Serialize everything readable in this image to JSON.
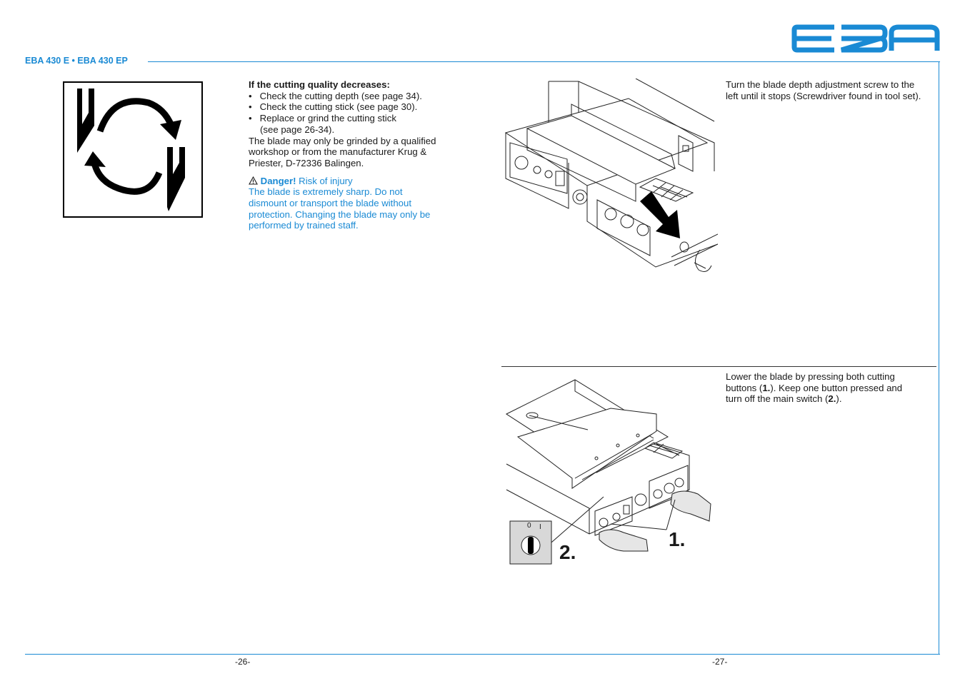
{
  "header": {
    "title": "EBA 430 E • EBA 430 EP",
    "logo_text": "EBA",
    "brand_color": "#1a8ad4"
  },
  "left": {
    "heading": "If the cutting quality decreases:",
    "bullets": [
      "Check the cutting depth (see page 34).",
      "Check the cutting stick (see page 30).",
      "Replace or grind the cutting stick",
      "(see page 26-34)."
    ],
    "body": [
      "The blade may only be grinded by a qualified",
      "workshop or from the manufacturer Krug &",
      "Priester, D-72336 Balingen."
    ],
    "danger_label": "Danger!",
    "danger_rest": " Risk of injury",
    "danger_body": [
      "The blade is  extremely sharp. Do not",
      "dismount or transport the blade without",
      "protection. Changing the blade may only be",
      "performed by trained staff."
    ],
    "icon": "blade-rotate-icon"
  },
  "right": {
    "step1": [
      "Turn the blade depth adjustment screw to the",
      "left until it stops (Screwdriver found in tool set)."
    ],
    "step2_line1": "Lower the blade by pressing both cutting",
    "step2_line2_a": "buttons (",
    "step2_line2_b": "1.",
    "step2_line2_c": "). Keep one button pressed and",
    "step2_line3_a": "turn off the main switch (",
    "step2_line3_b": "2.",
    "step2_line3_c": ").",
    "label1": "1.",
    "label2": "2.",
    "switch_0": "0",
    "switch_1": "I"
  },
  "footer": {
    "page_left": "-26-",
    "page_right": "-27-"
  }
}
